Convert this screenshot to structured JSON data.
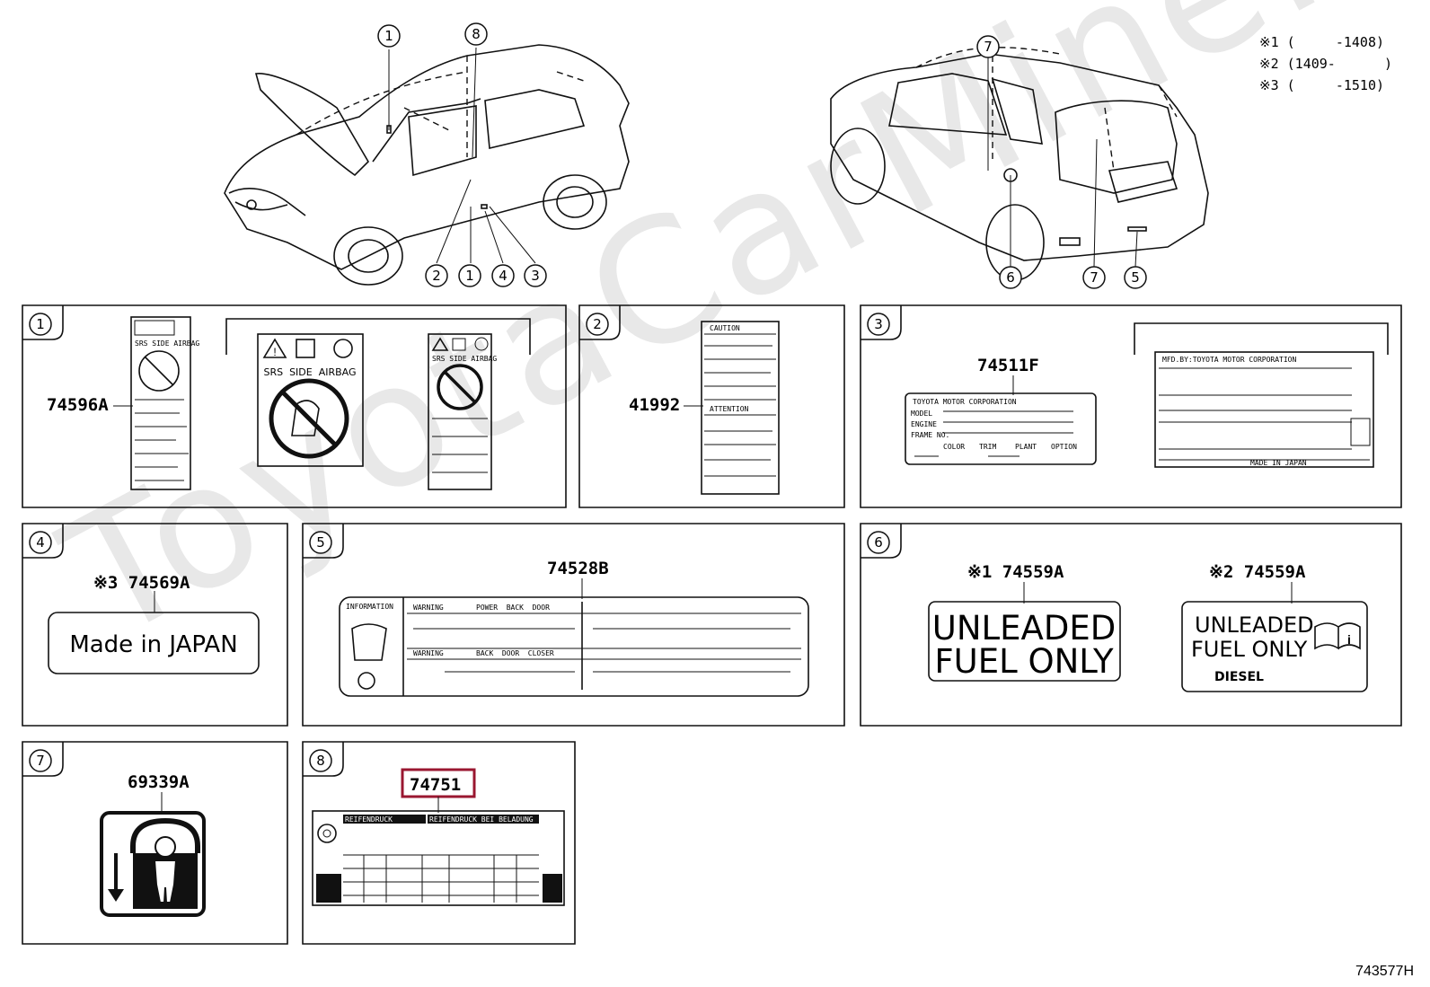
{
  "watermark": "ToyotaCarMine.ru",
  "notes": {
    "n1": "※1 (     -1408)",
    "n2": "※2 (1409-      )",
    "n3": "※3 (     -1510)"
  },
  "front_callouts": [
    "1",
    "8",
    "2",
    "1",
    "4",
    "3"
  ],
  "rear_callouts": [
    "7",
    "6",
    "7",
    "5"
  ],
  "panels": {
    "p1": {
      "num": "1",
      "part": "74596A",
      "icon_text": "SRS  SIDE  AIRBAG",
      "small_text": "SRS SIDE AIRBAG"
    },
    "p2": {
      "num": "2",
      "part": "41992",
      "caution": "CAUTION",
      "attention": "ATTENTION"
    },
    "p3": {
      "num": "3",
      "part": "74511F",
      "corp": "TOYOTA MOTOR CORPORATION",
      "model": "MODEL",
      "engine": "ENGINE",
      "frame": "FRAME NO.",
      "color": "COLOR",
      "trim": "TRIM",
      "plant": "PLANT",
      "option": "OPTION",
      "mfd": "MFD.BY:TOYOTA MOTOR CORPORATION",
      "made": "MADE IN JAPAN"
    },
    "p4": {
      "num": "4",
      "part": "※3 74569A",
      "label": "Made in JAPAN"
    },
    "p5": {
      "num": "5",
      "part": "74528B",
      "info": "INFORMATION",
      "w1": "WARNING",
      "w1t": "POWER  BACK  DOOR",
      "w2": "WARNING",
      "w2t": "BACK  DOOR  CLOSER"
    },
    "p6": {
      "num": "6",
      "part1": "※1 74559A",
      "part2": "※2 74559A",
      "l1a": "UNLEADED",
      "l1b": "FUEL ONLY",
      "l2a": "UNLEADED",
      "l2b": "FUEL ONLY",
      "l2c": "DIESEL"
    },
    "p7": {
      "num": "7",
      "part": "69339A"
    },
    "p8": {
      "num": "8",
      "part": "74751",
      "h1": "REIFENDRUCK",
      "h2": "REIFENDRUCK BEI BELADUNG"
    }
  },
  "figure_id": "743577H"
}
